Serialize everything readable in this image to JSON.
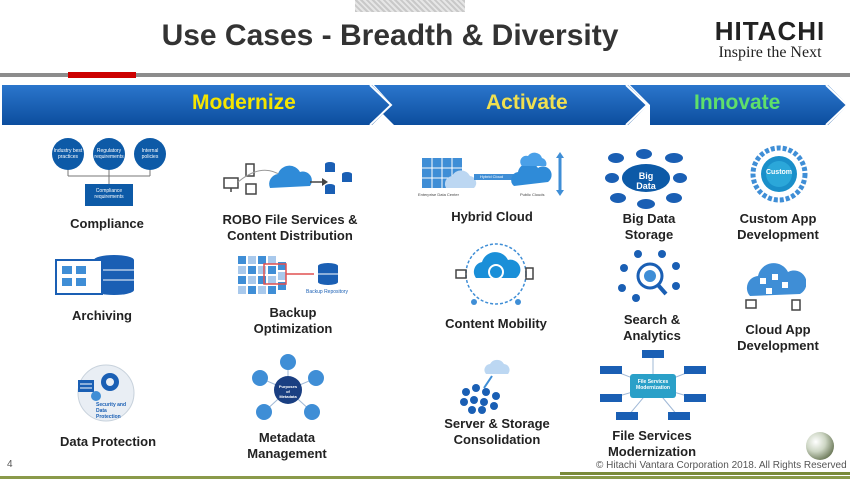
{
  "slide": {
    "title": "Use Cases - Breadth & Diversity",
    "logo": {
      "brand": "HITACHI",
      "tagline": "Inspire the Next"
    },
    "page_number": "4",
    "copyright": "© Hitachi Vantara Corporation 2018. All Rights Reserved"
  },
  "phases": [
    {
      "label": "Modernize",
      "color": "#f5e500"
    },
    {
      "label": "Activate",
      "color": "#f0e050"
    },
    {
      "label": "Innovate",
      "color": "#5fe06a"
    }
  ],
  "colors": {
    "ribbon": "#1a5fb4",
    "ribbon_dark": "#0e4f9c",
    "accent_red": "#cc0000",
    "rule_grey": "#8c8c8c"
  },
  "compliance_icon": {
    "circles": [
      "Industry best practices",
      "Regulatory requirements",
      "Internal policies"
    ],
    "box": "Compliance requirements"
  },
  "hybrid_icon": {
    "left": "Enterprise Data Center",
    "middle": "Hybrid Cloud",
    "right": "Public Clouds"
  },
  "backup_icon": {
    "caption": "Backup Repository"
  },
  "bigdata_icon": {
    "center": "Big Data"
  },
  "custom_icon": {
    "center": "Custom"
  },
  "metadata_icon": {
    "center": "Purposes of Metadata"
  },
  "fsm_icon": {
    "center": "File Services Modernization"
  },
  "security_icon": {
    "caption": "Security and Data Protection"
  },
  "use_cases": {
    "compliance": "Compliance",
    "robo_1": "ROBO File Services &",
    "robo_2": "Content Distribution",
    "hybrid": "Hybrid Cloud",
    "bigdata_1": "Big Data",
    "bigdata_2": "Storage",
    "custom_1": "Custom App",
    "custom_2": "Development",
    "archiving": "Archiving",
    "backup_1": "Backup",
    "backup_2": "Optimization",
    "mobility": "Content Mobility",
    "search_1": "Search &",
    "search_2": "Analytics",
    "cloudapp_1": "Cloud App",
    "cloudapp_2": "Development",
    "protection": "Data Protection",
    "metadata_1": "Metadata",
    "metadata_2": "Management",
    "consolidation_1": "Server & Storage",
    "consolidation_2": "Consolidation",
    "fsm_1": "File Services",
    "fsm_2": "Modernization"
  }
}
